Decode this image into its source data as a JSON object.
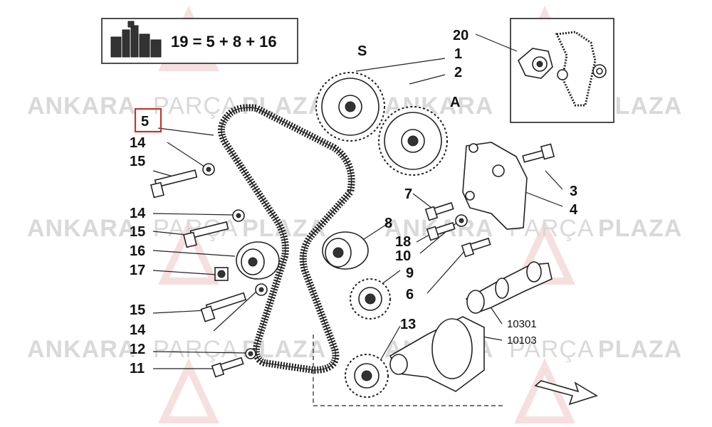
{
  "watermark": {
    "part1": "ANKARA",
    "part2": "PARÇA",
    "part3": "PLAZA"
  },
  "formula": {
    "text": "19 = 5 + 8 + 16"
  },
  "letters": {
    "s": "S",
    "a": "A"
  },
  "callouts": {
    "c1": "1",
    "c2": "2",
    "c3": "3",
    "c4": "4",
    "c5": "5",
    "c6": "6",
    "c7": "7",
    "c8": "8",
    "c9": "9",
    "c10": "10",
    "c11": "11",
    "c12": "12",
    "c13": "13",
    "c14a": "14",
    "c14b": "14",
    "c14c": "14",
    "c15a": "15",
    "c15b": "15",
    "c15c": "15",
    "c16": "16",
    "c17": "17",
    "c18": "18",
    "c20": "20",
    "c10301": "10301",
    "c10103": "10103"
  },
  "colors": {
    "highlight_box": "#c0392b",
    "watermark": "#d9d9d9",
    "logo_red": "#f2c6c6"
  }
}
